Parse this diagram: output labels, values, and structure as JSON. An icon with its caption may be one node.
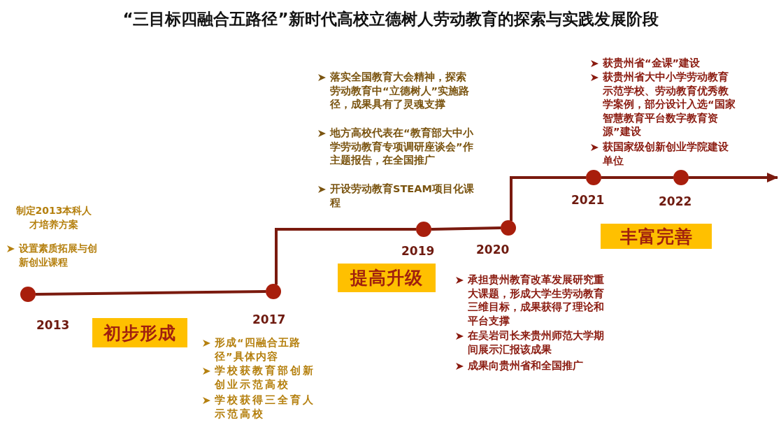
{
  "diagram": {
    "title": "“三目标四融合五路径”新时代高校立德树人劳动教育的探索与实践发展阶段",
    "nodes": [
      {
        "text": [],
        "shape": "circle",
        "beside": [
          "2013"
        ]
      },
      {
        "text": [],
        "shape": "circle",
        "beside": [
          "2017"
        ]
      },
      {
        "text": [],
        "shape": "circle",
        "beside": [
          "2019"
        ]
      },
      {
        "text": [],
        "shape": "circle",
        "beside": [
          "2020"
        ]
      },
      {
        "text": [],
        "shape": "circle",
        "beside": [
          "2021"
        ]
      },
      {
        "text": [],
        "shape": "circle",
        "beside": [
          "2022"
        ]
      },
      {
        "text": [
          "初步形成"
        ]
      },
      {
        "text": [
          "提高升级"
        ]
      },
      {
        "text": [
          "丰富完善"
        ]
      }
    ],
    "edges": [
      {
        "from": 0,
        "to": 1,
        "arrow": "none"
      },
      {
        "from": 1,
        "to": 2,
        "arrow": "none"
      },
      {
        "from": 2,
        "to": 3,
        "arrow": "none"
      },
      {
        "from": 3,
        "to": 4,
        "arrow": "none"
      },
      {
        "from": 4,
        "to": 5,
        "arrow": "none"
      },
      {
        "from": 5,
        "to": null,
        "arrow": "to"
      }
    ],
    "labels": [
      "制定2013本科人才培养方案",
      "设置素质拓展与创新创业课程",
      "落实全国教育大会精神，探索劳动教育中“立德树人”实施路径，成果具有了灵魂支撑",
      "地方高校代表在“教育部大中小学劳动教育专项调研座谈会”作主题报告，在全国推广",
      "开设劳动教育STEAM项目化课程",
      "获贵州省“金课”建设",
      "获贵州省大中小学劳动教育示范学校、劳动教育优秀教学案例，部分设计入选“国家智慧教育平台数字教育资源”建设",
      "获国家级创新创业学院建设单位",
      "承担贵州教育改革发展研究重大课题，形成大学生劳动教育三维目标，成果获得了理论和平台支撑",
      "在吴岩司长来贵州师范大学期间展示汇报该成果",
      "成果向贵州省和全国推广",
      "形成“四融合五路径”具体内容",
      "学校获教育部创新创业示范高校",
      "学校获得三全育人示范高校"
    ]
  }
}
